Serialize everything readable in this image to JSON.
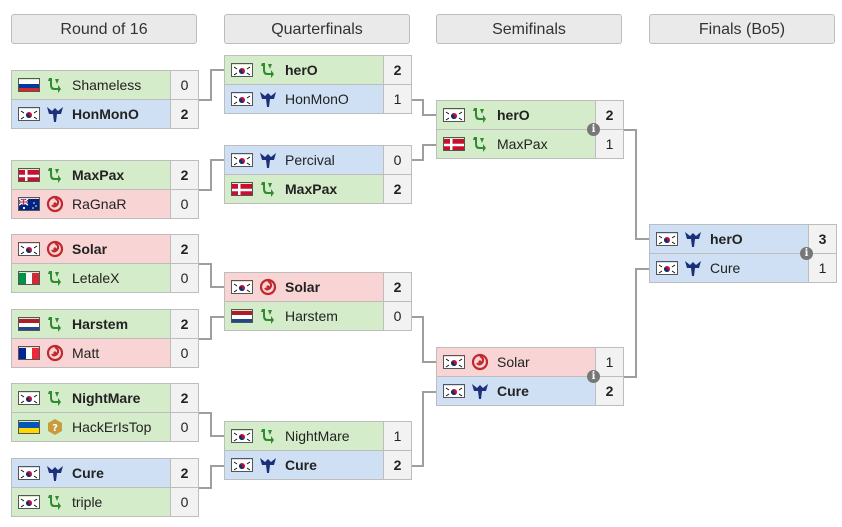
{
  "rounds": [
    "Round of 16",
    "Quarterfinals",
    "Semifinals",
    "Finals (Bo5)"
  ],
  "flags": {
    "KR": "korea-flag-icon",
    "RU": "russia-flag-icon",
    "DK": "denmark-flag-icon",
    "AU": "australia-flag-icon",
    "IT": "italy-flag-icon",
    "NL": "netherlands-flag-icon",
    "FR": "france-flag-icon",
    "UA": "ukraine-flag-icon"
  },
  "races": {
    "Z": "zerg-icon",
    "T": "terran-icon",
    "P": "protoss-icon",
    "R": "random-race-icon"
  },
  "colors": {
    "zerg_bg": "#f8d4d4",
    "terran_bg": "#d4ecc9",
    "protoss_bg": "#cfe0f5",
    "terran_icon": "#2e8b2e",
    "protoss_icon": "#1b2f7a",
    "zerg_icon": "#c0282d",
    "random_icon": "#c89b3c"
  },
  "r16": [
    {
      "p1": {
        "name": "Shameless",
        "flag": "RU",
        "race": "T",
        "score": "0",
        "win": false
      },
      "p2": {
        "name": "HonMonO",
        "flag": "KR",
        "race": "P",
        "score": "2",
        "win": true
      }
    },
    {
      "p1": {
        "name": "MaxPax",
        "flag": "DK",
        "race": "T",
        "score": "2",
        "win": true
      },
      "p2": {
        "name": "RaGnaR",
        "flag": "AU",
        "race": "Z",
        "score": "0",
        "win": false
      }
    },
    {
      "p1": {
        "name": "Solar",
        "flag": "KR",
        "race": "Z",
        "score": "2",
        "win": true
      },
      "p2": {
        "name": "LetaleX",
        "flag": "IT",
        "race": "T",
        "score": "0",
        "win": false
      }
    },
    {
      "p1": {
        "name": "Harstem",
        "flag": "NL",
        "race": "T",
        "score": "2",
        "win": true
      },
      "p2": {
        "name": "Matt",
        "flag": "FR",
        "race": "Z",
        "score": "0",
        "win": false
      }
    },
    {
      "p1": {
        "name": "NightMare",
        "flag": "KR",
        "race": "T",
        "score": "2",
        "win": true
      },
      "p2": {
        "name": "HackErIsTop",
        "flag": "UA",
        "race": "R",
        "score": "0",
        "win": false
      }
    },
    {
      "p1": {
        "name": "Cure",
        "flag": "KR",
        "race": "P",
        "score": "2",
        "win": true
      },
      "p2": {
        "name": "triple",
        "flag": "KR",
        "race": "T",
        "score": "0",
        "win": false
      }
    }
  ],
  "qf": [
    {
      "p1": {
        "name": "herO",
        "flag": "KR",
        "race": "T",
        "score": "2",
        "win": true
      },
      "p2": {
        "name": "HonMonO",
        "flag": "KR",
        "race": "P",
        "score": "1",
        "win": false
      }
    },
    {
      "p1": {
        "name": "Percival",
        "flag": "KR",
        "race": "P",
        "score": "0",
        "win": false
      },
      "p2": {
        "name": "MaxPax",
        "flag": "DK",
        "race": "T",
        "score": "2",
        "win": true
      }
    },
    {
      "p1": {
        "name": "Solar",
        "flag": "KR",
        "race": "Z",
        "score": "2",
        "win": true
      },
      "p2": {
        "name": "Harstem",
        "flag": "NL",
        "race": "T",
        "score": "0",
        "win": false
      }
    },
    {
      "p1": {
        "name": "NightMare",
        "flag": "KR",
        "race": "T",
        "score": "1",
        "win": false
      },
      "p2": {
        "name": "Cure",
        "flag": "KR",
        "race": "P",
        "score": "2",
        "win": true
      }
    }
  ],
  "sf": [
    {
      "p1": {
        "name": "herO",
        "flag": "KR",
        "race": "T",
        "score": "2",
        "win": true
      },
      "p2": {
        "name": "MaxPax",
        "flag": "DK",
        "race": "T",
        "score": "1",
        "win": false
      }
    },
    {
      "p1": {
        "name": "Solar",
        "flag": "KR",
        "race": "Z",
        "score": "1",
        "win": false
      },
      "p2": {
        "name": "Cure",
        "flag": "KR",
        "race": "P",
        "score": "2",
        "win": true
      }
    }
  ],
  "final": [
    {
      "p1": {
        "name": "herO",
        "flag": "KR",
        "race": "P",
        "score": "3",
        "win": true
      },
      "p2": {
        "name": "Cure",
        "flag": "KR",
        "race": "P",
        "score": "1",
        "win": false
      }
    }
  ]
}
